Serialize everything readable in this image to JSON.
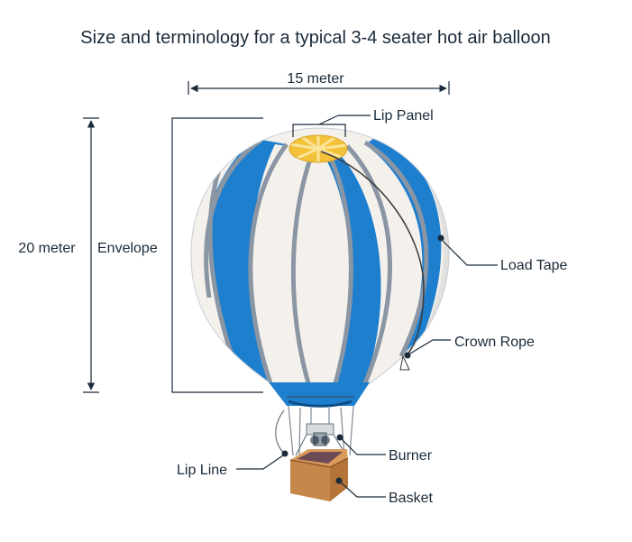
{
  "title": "Size and terminology for a typical 3-4 seater hot air balloon",
  "dimensions": {
    "width_label": "15 meter",
    "height_label": "20 meter"
  },
  "labels": {
    "lip_panel": "Lip Panel",
    "envelope": "Envelope",
    "load_tape": "Load Tape",
    "crown_rope": "Crown Rope",
    "lip_line": "Lip Line",
    "burner": "Burner",
    "basket": "Basket"
  },
  "colors": {
    "panel_blue": "#1f7fcf",
    "panel_white": "#f4f1ec",
    "seam_gray": "#8a96a3",
    "crown_yellow": "#f3c23a",
    "basket_tan": "#d99a5b",
    "text_dark": "#1a2a3a"
  }
}
